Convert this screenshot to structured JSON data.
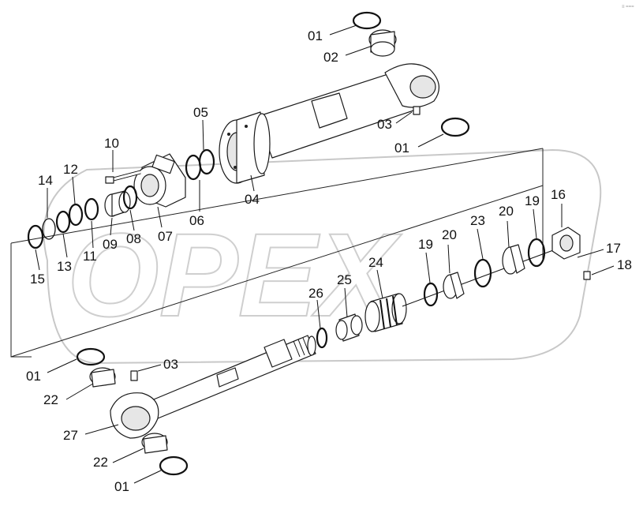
{
  "diagram": {
    "watermark_text": "OPEX",
    "corner_stamp": "≡ ===",
    "callouts": [
      {
        "id": "c01a",
        "label": "01"
      },
      {
        "id": "c02",
        "label": "02"
      },
      {
        "id": "c03a",
        "label": "03"
      },
      {
        "id": "c01b",
        "label": "01"
      },
      {
        "id": "c05",
        "label": "05"
      },
      {
        "id": "c10",
        "label": "10"
      },
      {
        "id": "c14",
        "label": "14"
      },
      {
        "id": "c12",
        "label": "12"
      },
      {
        "id": "c04",
        "label": "04"
      },
      {
        "id": "c06",
        "label": "06"
      },
      {
        "id": "c07",
        "label": "07"
      },
      {
        "id": "c08",
        "label": "08"
      },
      {
        "id": "c09",
        "label": "09"
      },
      {
        "id": "c11",
        "label": "11"
      },
      {
        "id": "c13",
        "label": "13"
      },
      {
        "id": "c15",
        "label": "15"
      },
      {
        "id": "c16",
        "label": "16"
      },
      {
        "id": "c19a",
        "label": "19"
      },
      {
        "id": "c20a",
        "label": "20"
      },
      {
        "id": "c23",
        "label": "23"
      },
      {
        "id": "c20b",
        "label": "20"
      },
      {
        "id": "c19b",
        "label": "19"
      },
      {
        "id": "c17",
        "label": "17"
      },
      {
        "id": "c18",
        "label": "18"
      },
      {
        "id": "c24",
        "label": "24"
      },
      {
        "id": "c25",
        "label": "25"
      },
      {
        "id": "c26",
        "label": "26"
      },
      {
        "id": "c01c",
        "label": "01"
      },
      {
        "id": "c03b",
        "label": "03"
      },
      {
        "id": "c22a",
        "label": "22"
      },
      {
        "id": "c27",
        "label": "27"
      },
      {
        "id": "c22b",
        "label": "22"
      },
      {
        "id": "c01d",
        "label": "01"
      }
    ]
  }
}
